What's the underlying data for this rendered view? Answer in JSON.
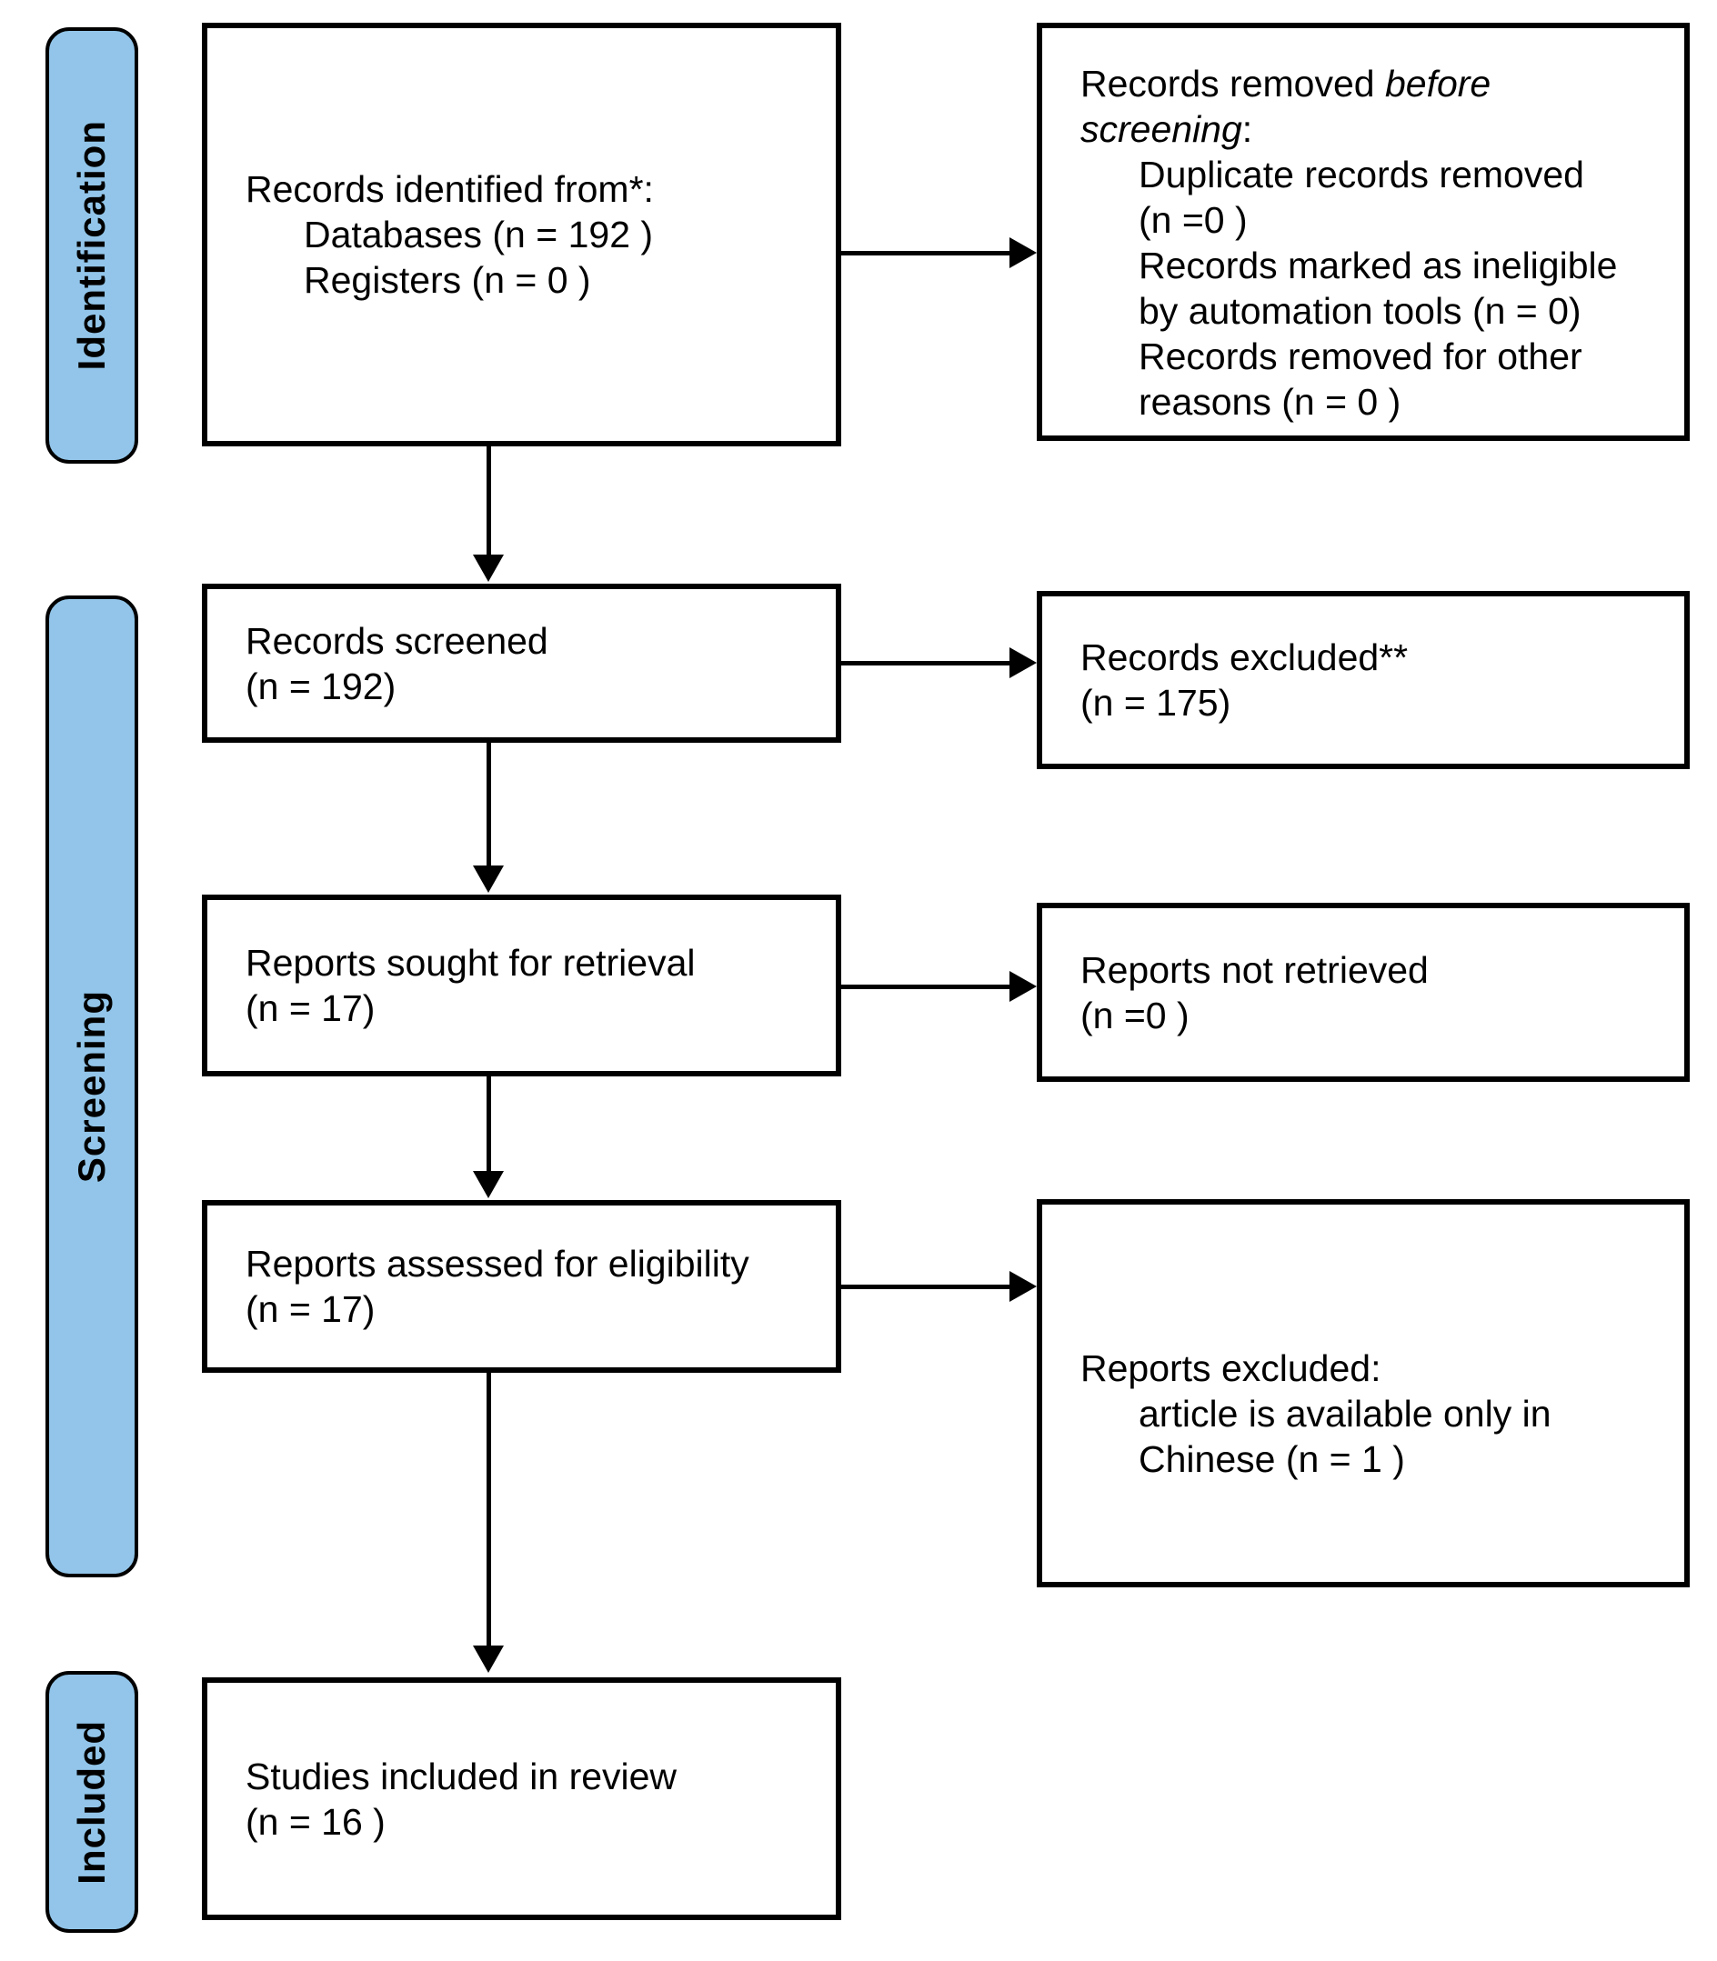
{
  "colors": {
    "stage_fill": "#92C5E9",
    "border": "#000000",
    "background": "#FFFFFF"
  },
  "stages": {
    "identification": "Identification",
    "screening": "Screening",
    "included": "Included"
  },
  "boxes": {
    "records_identified": {
      "title": "Records identified from*:",
      "item1": "Databases (n = 192 )",
      "item2": "Registers (n = 0 )"
    },
    "records_removed": {
      "line1_regular": "Records removed ",
      "line1_italic": "before",
      "line2_italic": "screening",
      "line2_regular": ":",
      "item1_line1": "Duplicate records removed",
      "item1_line2": "(n =0 )",
      "item2_line1": "Records marked as ineligible",
      "item2_line2": "by automation tools (n = 0)",
      "item3_line1": "Records removed for other",
      "item3_line2": "reasons (n = 0 )"
    },
    "records_screened": {
      "line1": "Records screened",
      "line2": "(n = 192)"
    },
    "records_excluded": {
      "line1": "Records excluded**",
      "line2": "(n = 175)"
    },
    "reports_sought": {
      "line1": "Reports sought for retrieval",
      "line2": "(n = 17)"
    },
    "reports_not_retrieved": {
      "line1": "Reports not retrieved",
      "line2": "(n =0 )"
    },
    "reports_assessed": {
      "line1": "Reports assessed for eligibility",
      "line2": "(n = 17)"
    },
    "reports_excluded": {
      "title": "Reports excluded:",
      "item1_line1": "article is available only in",
      "item1_line2": "Chinese (n = 1 )"
    },
    "studies_included": {
      "line1": "Studies included in review",
      "line2": "(n = 16 )"
    }
  }
}
